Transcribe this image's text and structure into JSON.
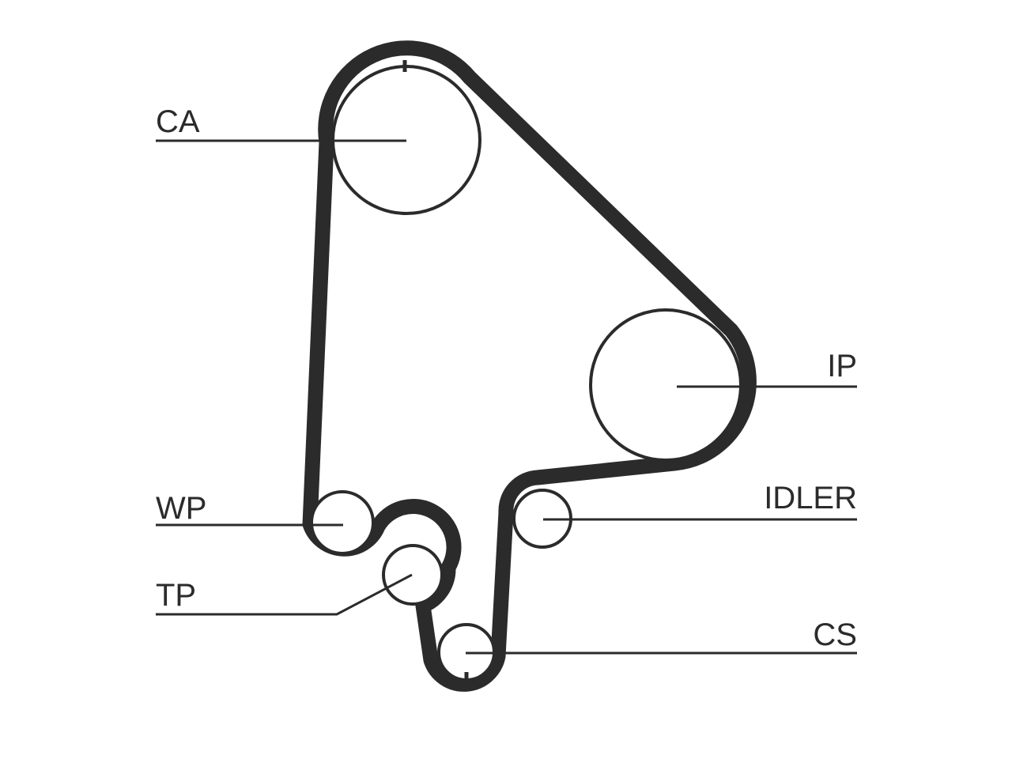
{
  "labels": {
    "ca": "CA",
    "ip": "IP",
    "wp": "WP",
    "idler": "IDLER",
    "tp": "TP",
    "cs": "CS"
  },
  "colors": {
    "ink": "#2b2b2b",
    "background": "#ffffff"
  }
}
